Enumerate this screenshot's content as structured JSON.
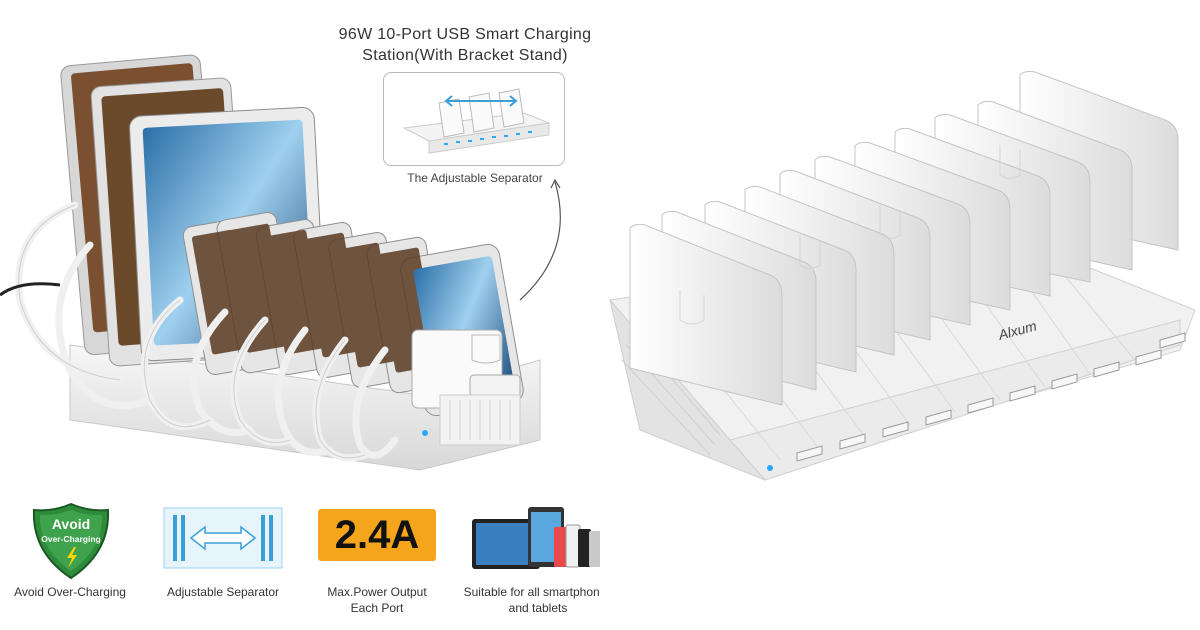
{
  "product": {
    "title_line1": "96W 10-Port USB Smart Charging",
    "title_line2": "Station(With Bracket Stand)",
    "inset_caption": "The Adjustable Separator"
  },
  "features": [
    {
      "label_line1": "Avoid Over-Charging",
      "label_line2": "",
      "icon": "shield-icon",
      "badge_line1": "Avoid",
      "badge_line2": "Over-Charging"
    },
    {
      "label_line1": "Adjustable Separator",
      "label_line2": "",
      "icon": "separator-icon"
    },
    {
      "label_line1": "Max.Power Output",
      "label_line2": "Each Port",
      "icon": "amp-badge",
      "badge": "2.4A"
    },
    {
      "label_line1": "Suitable for all smartphones",
      "label_line2": "and tablets",
      "icon": "devices-icon"
    }
  ],
  "brand_mark": "Alxum",
  "colors": {
    "shield_green": "#2e8b3a",
    "amp_orange": "#f4a51b",
    "separator_blue": "#3a9fd8",
    "led_blue": "#2aa8ff"
  }
}
